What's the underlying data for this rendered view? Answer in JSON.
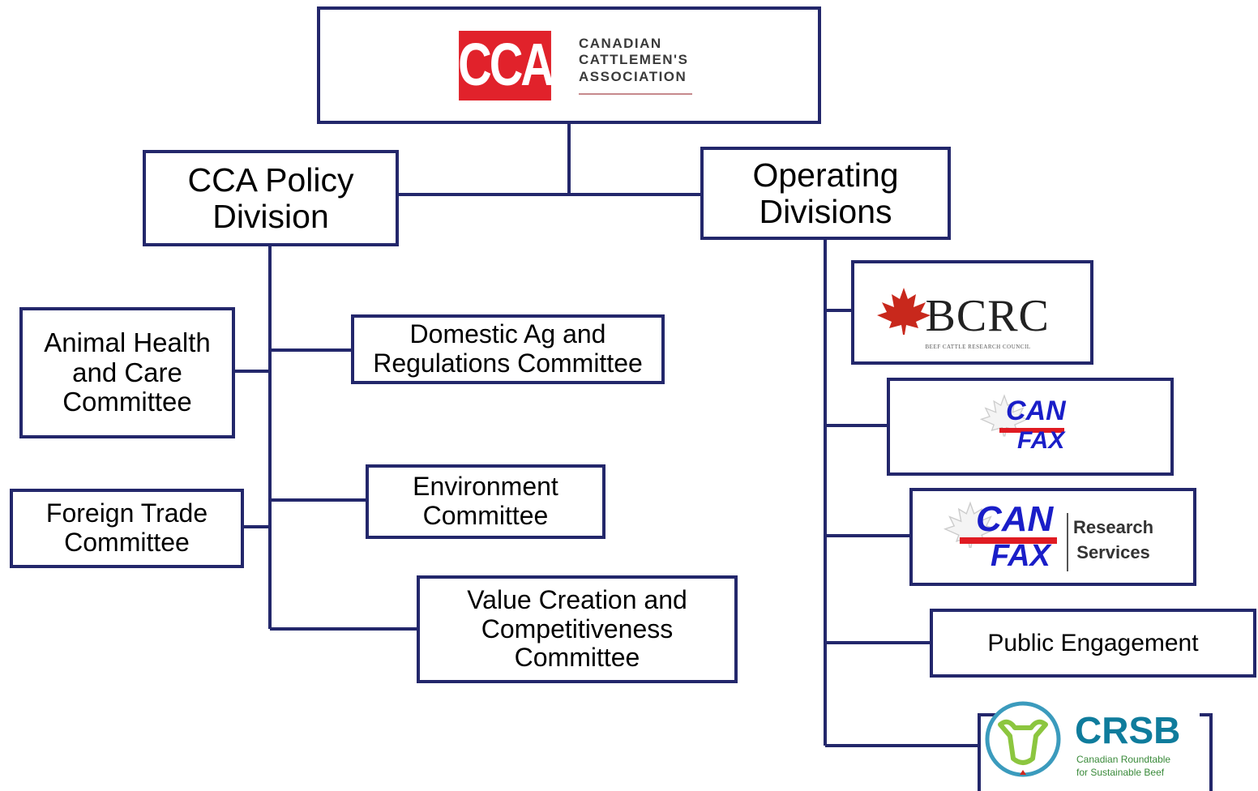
{
  "root": {
    "logo_mark": "CCA",
    "logo_lines": [
      "CANADIAN",
      "CATTLEMEN'S",
      "ASSOCIATION"
    ]
  },
  "policy": {
    "title_lines": [
      "CCA Policy",
      "Division"
    ],
    "committees": {
      "animal_health": [
        "Animal Health",
        "and Care",
        "Committee"
      ],
      "domestic_ag": [
        "Domestic Ag and",
        "Regulations Committee"
      ],
      "foreign_trade": [
        "Foreign Trade",
        "Committee"
      ],
      "environment": [
        "Environment",
        "Committee"
      ],
      "value_creation": [
        "Value Creation and",
        "Competitiveness",
        "Committee"
      ]
    }
  },
  "operating": {
    "title_lines": [
      "Operating",
      "Divisions"
    ],
    "bcrc": {
      "name": "BCRC",
      "tagline": "BEEF CATTLE RESEARCH COUNCIL"
    },
    "canfax": {
      "top": "CAN",
      "bottom": "FAX"
    },
    "canfax_research": {
      "top": "CAN",
      "bottom": "FAX",
      "services_lines": [
        "Research",
        "Services"
      ]
    },
    "public_engagement": "Public Engagement",
    "crsb": {
      "name": "CRSB",
      "tagline_lines": [
        "Canadian Roundtable",
        "for Sustainable Beef"
      ]
    }
  },
  "colors": {
    "border": "#23276b",
    "cca_red": "#e1222b",
    "canfax_blue": "#1a1ec8",
    "canfax_red": "#e01b22",
    "crsb_green": "#8cc63f",
    "crsb_blue": "#0f7c9c"
  }
}
